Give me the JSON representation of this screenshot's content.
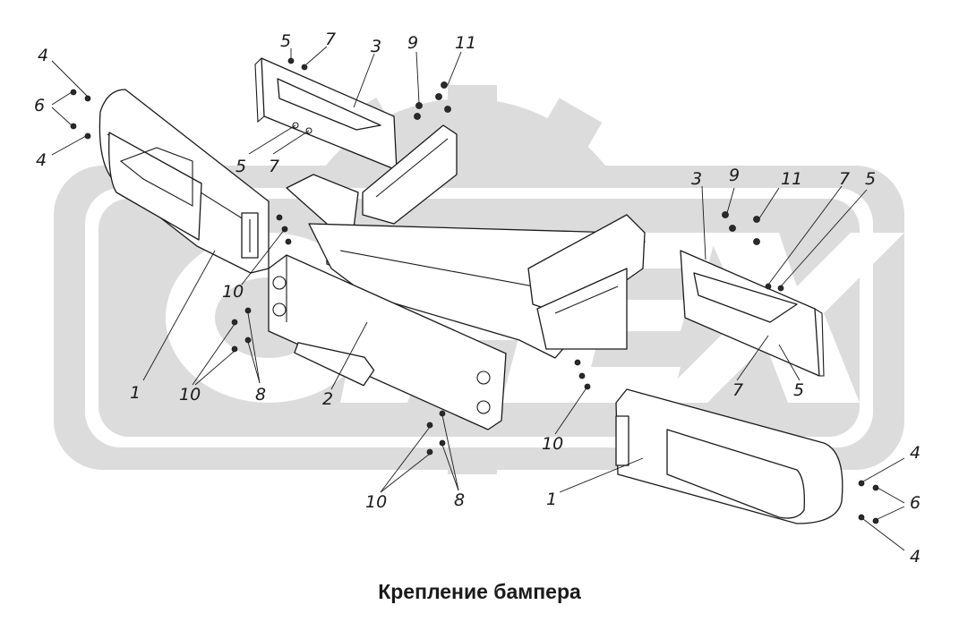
{
  "figure": {
    "caption": "Крепление бампера",
    "watermark_text": "ОРЕХ"
  },
  "colors": {
    "watermark": "#dcdcdc",
    "line": "#1a1a1a",
    "background": "#ffffff"
  },
  "callouts": [
    {
      "id": "c-4-tl",
      "label": "4"
    },
    {
      "id": "c-6-l",
      "label": "6"
    },
    {
      "id": "c-4-ml",
      "label": "4"
    },
    {
      "id": "c-5-top",
      "label": "5"
    },
    {
      "id": "c-7-top",
      "label": "7"
    },
    {
      "id": "c-3-top",
      "label": "3"
    },
    {
      "id": "c-9-top",
      "label": "9"
    },
    {
      "id": "c-11-top",
      "label": "11"
    },
    {
      "id": "c-5-mid",
      "label": "5"
    },
    {
      "id": "c-7-mid",
      "label": "7"
    },
    {
      "id": "c-10-l",
      "label": "10"
    },
    {
      "id": "c-1-l",
      "label": "1"
    },
    {
      "id": "c-10-lb",
      "label": "10"
    },
    {
      "id": "c-8-lb",
      "label": "8"
    },
    {
      "id": "c-2",
      "label": "2"
    },
    {
      "id": "c-3-r",
      "label": "3"
    },
    {
      "id": "c-9-r",
      "label": "9"
    },
    {
      "id": "c-11-r",
      "label": "11"
    },
    {
      "id": "c-7-r",
      "label": "7"
    },
    {
      "id": "c-5-r",
      "label": "5"
    },
    {
      "id": "c-7-rb",
      "label": "7"
    },
    {
      "id": "c-5-rb",
      "label": "5"
    },
    {
      "id": "c-10-c",
      "label": "10"
    },
    {
      "id": "c-10-b",
      "label": "10"
    },
    {
      "id": "c-8-b",
      "label": "8"
    },
    {
      "id": "c-1-r",
      "label": "1"
    },
    {
      "id": "c-4-rt",
      "label": "4"
    },
    {
      "id": "c-6-r",
      "label": "6"
    },
    {
      "id": "c-4-rb",
      "label": "4"
    }
  ]
}
